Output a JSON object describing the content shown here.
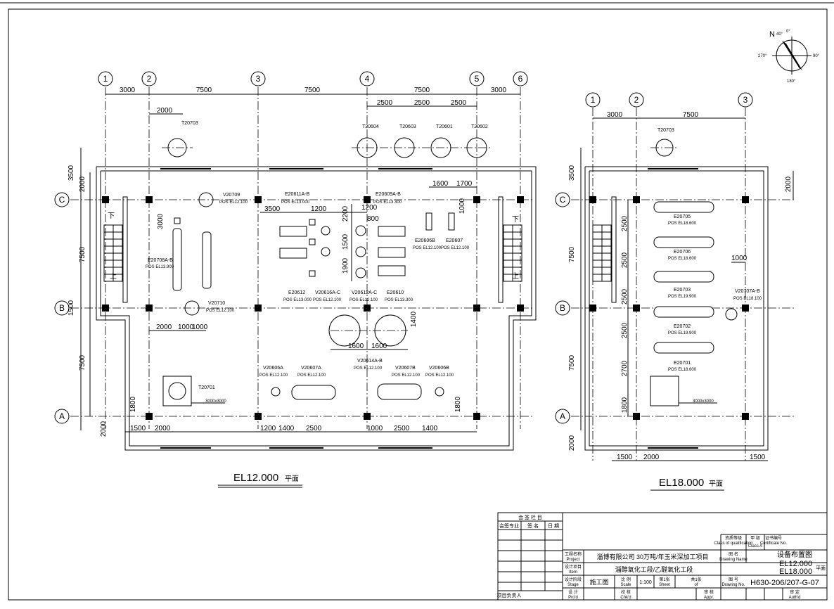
{
  "north": {
    "n": "N",
    "angle_top": "40°",
    "deg0": "0°",
    "deg270": "270°",
    "deg90": "90°",
    "deg180": "180°"
  },
  "plan_left": {
    "title": "EL12.000",
    "title_suffix": "平面",
    "axes_num": [
      "1",
      "2",
      "3",
      "4",
      "5",
      "6"
    ],
    "axes_letter": [
      "C",
      "B",
      "A"
    ],
    "dims_top": [
      "3000",
      "7500",
      "7500",
      "7500",
      "3000"
    ],
    "dims_upper": [
      "2500",
      "2500",
      "2500"
    ],
    "dim_2000": "2000",
    "dims_left": [
      "3500",
      "2000",
      "7500",
      "1500",
      "7500",
      "2000"
    ],
    "tanks_top": [
      "T20703",
      "T20604",
      "T20603",
      "T20601",
      "T20602"
    ],
    "stair_down": "下",
    "stair_up": "上",
    "equip": [
      {
        "tag": "V20709",
        "pos": "POS EL12.100"
      },
      {
        "tag": "E20611A-B",
        "pos": "POS EL13.000"
      },
      {
        "tag": "E20609A-B",
        "pos": "POS EL13.300"
      },
      {
        "tag": "E20708A-B",
        "pos": "POS EL13.900"
      },
      {
        "tag": "E20606B",
        "pos": "POS EL12.100"
      },
      {
        "tag": "E20607",
        "pos": "POS EL12.100"
      },
      {
        "tag": "E20612",
        "pos": "POS EL13.000"
      },
      {
        "tag": "V20616A-C",
        "pos": "POS EL12.100"
      },
      {
        "tag": "V20612A-C",
        "pos": "POS EL12.100"
      },
      {
        "tag": "E20610",
        "pos": "POS EL13.300"
      },
      {
        "tag": "V20710",
        "pos": "POS EL12.100"
      },
      {
        "tag": "V20614A-B",
        "pos": "POS EL12.100"
      },
      {
        "tag": "V20606A",
        "pos": "POS EL12.100"
      },
      {
        "tag": "V20607A",
        "pos": "POS EL12.100"
      },
      {
        "tag": "V20607B",
        "pos": "POS EL12.100"
      },
      {
        "tag": "V20606B",
        "pos": "POS EL12.100"
      },
      {
        "tag": "T20701",
        "pos": ""
      }
    ],
    "dims_misc": [
      "1600",
      "1700",
      "1000",
      "3500",
      "1200",
      "1200",
      "800",
      "2200",
      "1500",
      "1900",
      "3000",
      "2000",
      "1000",
      "1000",
      "1600",
      "1600",
      "1400",
      "1800",
      "1800"
    ],
    "dims_bottom": [
      "1500",
      "2000",
      "1200",
      "1400",
      "2500",
      "1000",
      "2500",
      "1400"
    ],
    "pit": "3000x3000"
  },
  "plan_right": {
    "title": "EL18.000",
    "title_suffix": "平面",
    "axes_num": [
      "1",
      "2",
      "3"
    ],
    "axes_letter": [
      "C",
      "B",
      "A"
    ],
    "dims_top": [
      "3000",
      "7500"
    ],
    "dims_left": [
      "3500",
      "7500",
      "7500",
      "2000"
    ],
    "dim_right": "2000",
    "tank_top": "T20703",
    "equip": [
      {
        "tag": "E20705",
        "pos": "POS EL18.600"
      },
      {
        "tag": "E20706",
        "pos": "POS EL18.600"
      },
      {
        "tag": "E20703",
        "pos": "POS EL19.900"
      },
      {
        "tag": "E20702",
        "pos": "POS EL19.900"
      },
      {
        "tag": "E20701",
        "pos": "POS EL18.600"
      },
      {
        "tag": "V20707A-B",
        "pos": "POS EL18.100"
      }
    ],
    "dims_vert": [
      "2500",
      "2500",
      "2500",
      "2500",
      "2700",
      "1800"
    ],
    "dim_1000": "1000",
    "dims_bottom": [
      "1500",
      "2000",
      "1500"
    ],
    "pit": "3000x3000"
  },
  "title_block": {
    "sign_header": "会 签 栏 目",
    "sign_cols": [
      "会签专业",
      "签 名",
      "日 期"
    ],
    "project_lbl": "工程名称",
    "project_en": "Project",
    "project_val": "淄博有限公司 30万吨/年玉米深加工项目",
    "item_lbl": "设计项目",
    "item_en": "Item",
    "item_val": "淄醇氧化工段/乙醛氧化工段",
    "stage_lbl": "设计阶段",
    "stage_en": "Stage",
    "stage_val": "施工图",
    "scale_lbl": "比 例",
    "scale_en": "Scale",
    "scale_val": "1:100",
    "sheet_lbl": "第1张",
    "sheet_en": "Sheet",
    "of_lbl": "共1张",
    "of_en": "of",
    "qual_lbl": "资质等级",
    "qual_en": "Class of qualification",
    "class_lbl": "甲 级",
    "class_en": "Class A",
    "cert_lbl": "证书编号",
    "cert_en": "Certificate No.",
    "name_lbl": "图 名",
    "name_en": "Drawing Name",
    "dwg_title": "设备布置图",
    "dwg_l1": "EL12.000",
    "dwg_l2": "EL18.000",
    "dwg_sfx": "平面",
    "no_lbl": "图 号",
    "no_en": "Drawing No.",
    "no_val": "H630-206/207-G-07",
    "design_lbl": "设 计",
    "design_en": "Pro'd",
    "check_lbl": "校 核",
    "check_en": "Chk'd",
    "review_lbl": "审 核",
    "review_en": "Appr.",
    "approve_lbl": "审 定",
    "approve_en": "Auth'd",
    "manager_lbl": "项目负责人"
  }
}
